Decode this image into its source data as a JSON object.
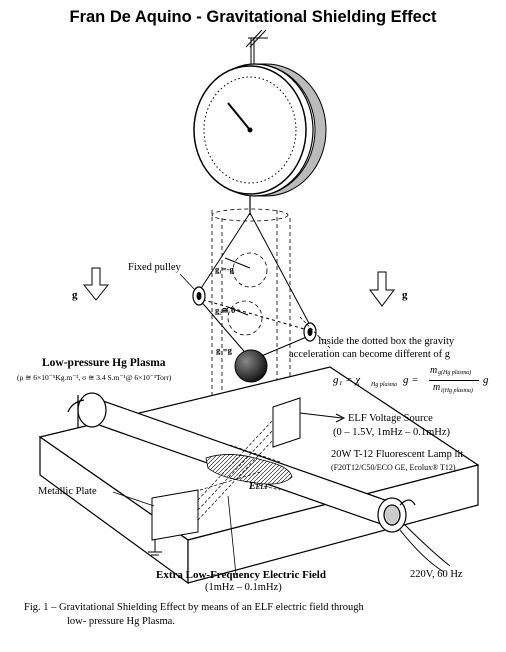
{
  "title": "Fran De Aquino - Gravitational Shielding Effect",
  "labels": {
    "fixed_pulley": "Fixed pulley",
    "g_left": "g",
    "g_right": "g",
    "g1": "g₁=-g",
    "g2": "g₂≅ 0",
    "g3": "g₃=g",
    "dotted_box_note_line1": "Inside the dotted box the gravity",
    "dotted_box_note_line2": "acceleration can become different of g",
    "formula_lhs": "g₁ = χ",
    "formula_sub": "Hg plasma",
    "formula_mid": "g =",
    "formula_num": "m",
    "formula_num_sub": "g(Hg plasma)",
    "formula_den": "m",
    "formula_den_sub": "i(Hg plasma)",
    "formula_rhs": "g",
    "plasma_title": "Low-pressure Hg Plasma",
    "plasma_params": "(ρ ≅ 6×10⁻⁵Kg.m⁻³, σ ≅ 3.4 S.m⁻¹@ 6×10⁻³Torr)",
    "elf_source": "ELF Voltage Source",
    "elf_source_range": "(0 – 1.5V,  1mHz – 0.1mHz)",
    "lamp_line1": "20W T-12 Fluorescent Lamp lit",
    "lamp_line2": "(F20T12/C50/ECO GE, Ecolux® T12)",
    "metallic_plate": "Metallic Plate",
    "e_elf": "E",
    "e_elf_sub": "ELF",
    "field_title": "Extra Low-Frequency Electric Field",
    "field_range": "(1mHz – 0.1mHz)",
    "mains": "220V, 60 Hz",
    "caption_line1": "Fig. 1 – Gravitational Shielding Effect by means of an ELF electric field through",
    "caption_line2": "low- pressure Hg Plasma."
  }
}
